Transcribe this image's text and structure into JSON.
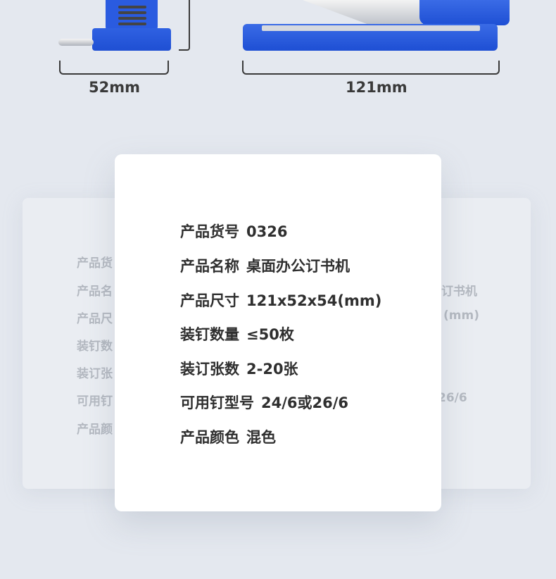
{
  "dimensions": {
    "depth": "52mm",
    "length": "121mm"
  },
  "specs": [
    {
      "label": "产品货号",
      "value": "0326"
    },
    {
      "label": "产品名称",
      "value": "桌面办公订书机"
    },
    {
      "label": "产品尺寸",
      "value": "121x52x54(mm)"
    },
    {
      "label": "装钉数量",
      "value": "≤50枚"
    },
    {
      "label": "装订张数",
      "value": "2-20张"
    },
    {
      "label": "可用钉型号",
      "value": "24/6或26/6"
    },
    {
      "label": "产品颜色",
      "value": "混色"
    }
  ],
  "ghost_left": [
    "产品货",
    "产品名",
    "产品尺",
    "装钉数",
    "装订张",
    "可用钉",
    "产品颜"
  ],
  "ghost_right": [
    "订书机",
    "(mm)",
    "26/6"
  ],
  "colors": {
    "product_blue": "#2553d8",
    "background": "#e4e8ef",
    "card": "#ffffff"
  }
}
